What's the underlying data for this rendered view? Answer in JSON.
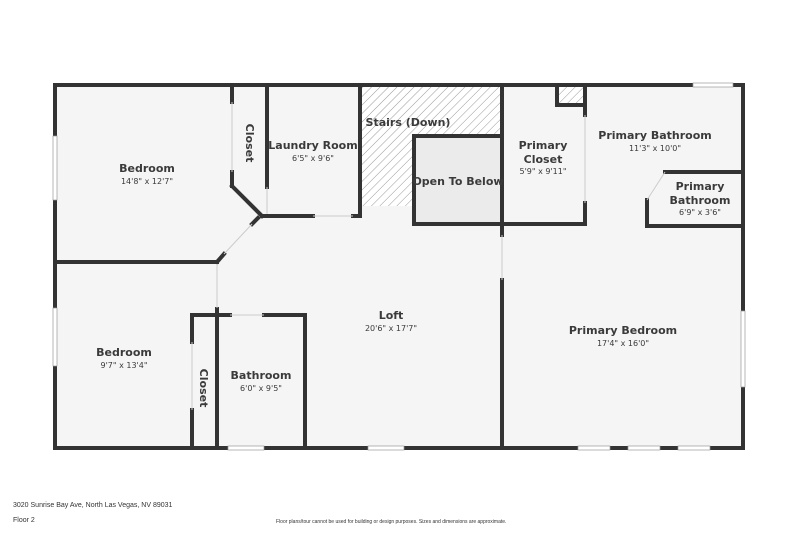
{
  "floor_plan": {
    "address": "3020 Sunrise Bay Ave, North Las Vegas, NV 89031",
    "floor": "Floor 2",
    "disclaimer": "Floor plans/tour cannot be used for building or design purposes. Sizes and dimensions are approximate.",
    "colors": {
      "wall": "#333333",
      "floor": "#f5f5f5",
      "open_below": "#ebebeb",
      "hatch": "#9a9a9a",
      "window": "#ffffff"
    },
    "rooms": [
      {
        "name": "Bedroom",
        "dims": "14'8\" x 12'7\""
      },
      {
        "name": "Closet",
        "dims": ""
      },
      {
        "name": "Laundry Room",
        "dims": "6'5\" x 9'6\""
      },
      {
        "name": "Stairs (Down)",
        "dims": ""
      },
      {
        "name": "Open To Below",
        "dims": ""
      },
      {
        "name": "Primary Closet",
        "name_line1": "Primary",
        "name_line2": "Closet",
        "dims": "5'9\" x 9'11\""
      },
      {
        "name": "Primary Bathroom",
        "dims": "11'3\" x 10'0\""
      },
      {
        "name": "Primary Bathroom",
        "name_line1": "Primary",
        "name_line2": "Bathroom",
        "dims": "6'9\" x 3'6\""
      },
      {
        "name": "Bedroom",
        "dims": "9'7\" x 13'4\""
      },
      {
        "name": "Closet",
        "dims": ""
      },
      {
        "name": "Bathroom",
        "dims": "6'0\" x 9'5\""
      },
      {
        "name": "Loft",
        "dims": "20'6\" x 17'7\""
      },
      {
        "name": "Primary Bedroom",
        "dims": "17'4\" x 16'0\""
      }
    ]
  }
}
